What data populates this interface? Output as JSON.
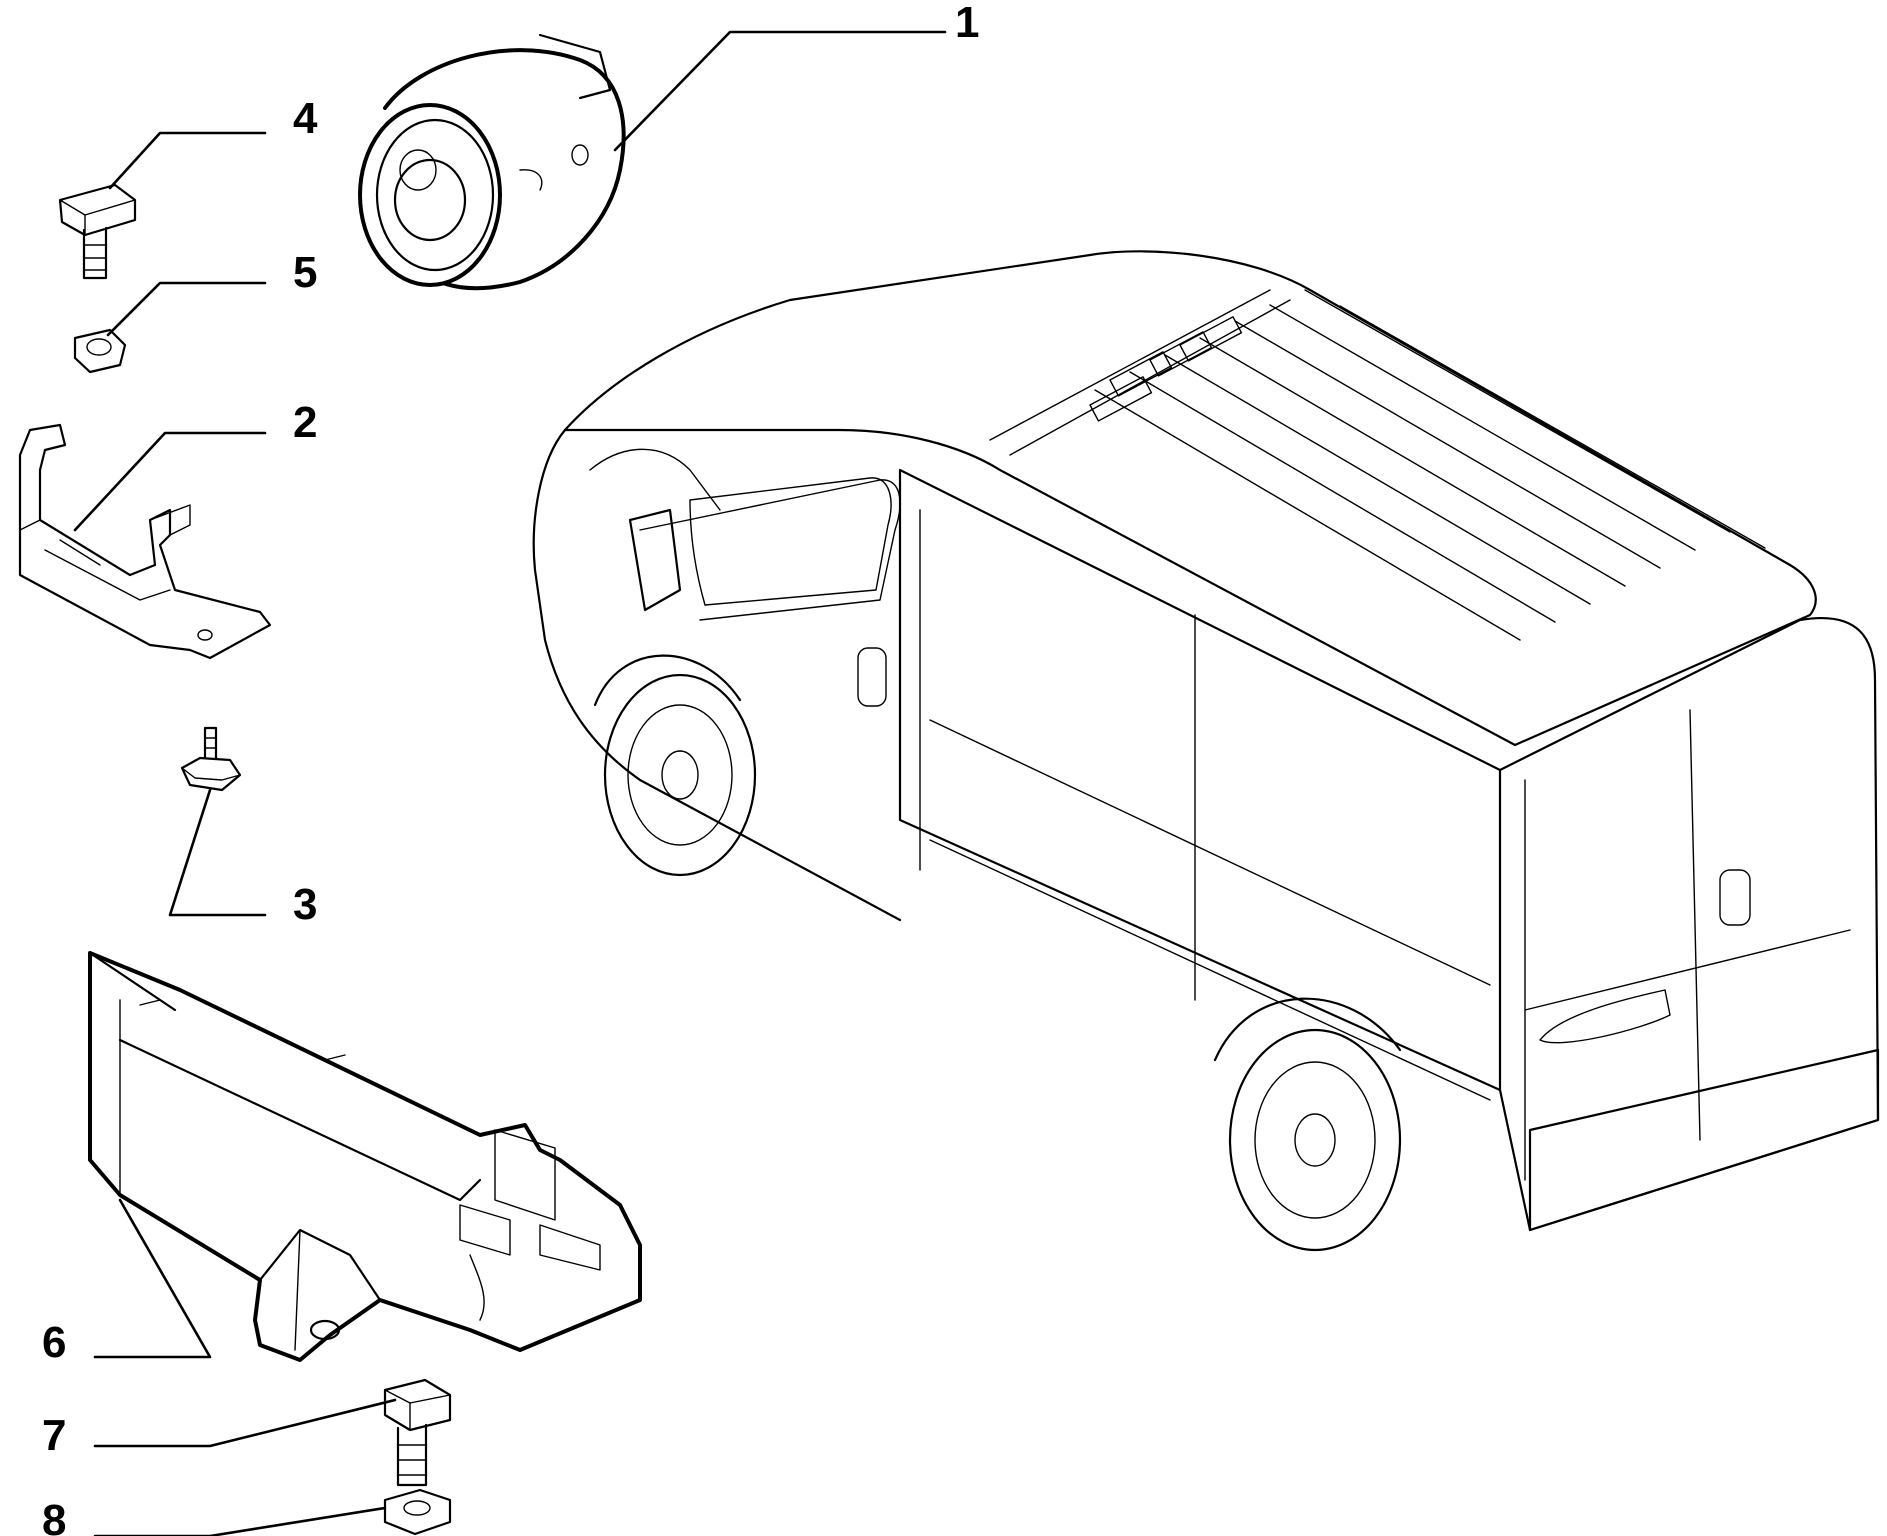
{
  "callouts": [
    {
      "id": "1",
      "label": "1",
      "part": "horn"
    },
    {
      "id": "2",
      "label": "2",
      "part": "bracket"
    },
    {
      "id": "3",
      "label": "3",
      "part": "bolt"
    },
    {
      "id": "4",
      "label": "4",
      "part": "bolt"
    },
    {
      "id": "5",
      "label": "5",
      "part": "nut"
    },
    {
      "id": "6",
      "label": "6",
      "part": "control-unit"
    },
    {
      "id": "7",
      "label": "7",
      "part": "bolt"
    },
    {
      "id": "8",
      "label": "8",
      "part": "nut"
    }
  ],
  "colors": {
    "line": "#000000",
    "background": "#ffffff"
  }
}
